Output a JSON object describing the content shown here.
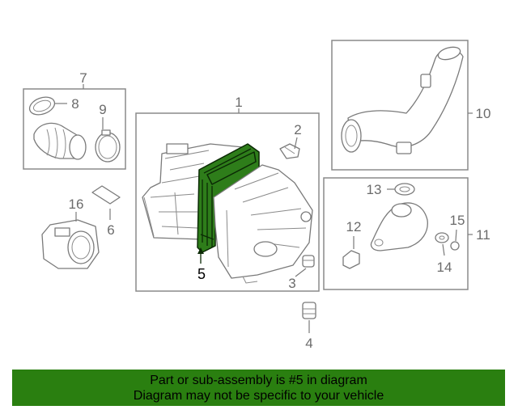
{
  "callouts": {
    "c1": "1",
    "c2": "2",
    "c3": "3",
    "c4": "4",
    "c5": "5",
    "c6": "6",
    "c7": "7",
    "c8": "8",
    "c9": "9",
    "c10": "10",
    "c11": "11",
    "c12": "12",
    "c13": "13",
    "c14": "14",
    "c15": "15",
    "c16": "16"
  },
  "highlight": {
    "part_number": "5",
    "color": "#2e7d1a"
  },
  "banner": {
    "line1": "Part or sub-assembly is #5 in diagram",
    "line2": "Diagram may not be specific to your vehicle",
    "color": "#2a7f10"
  }
}
